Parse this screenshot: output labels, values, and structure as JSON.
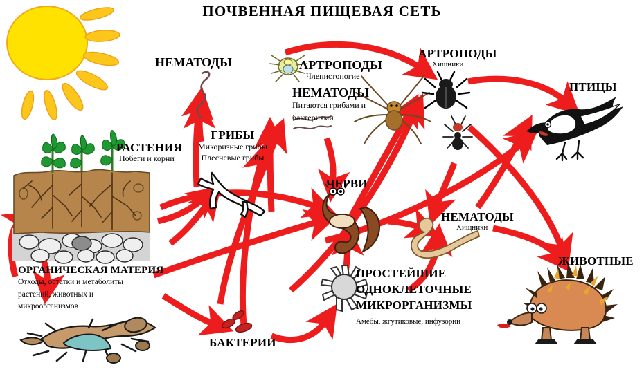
{
  "title": "ПОЧВЕННАЯ ПИЩЕВАЯ СЕТЬ",
  "colors": {
    "arrow": "#ee1d1d",
    "sun": "#ffe200",
    "sun_ray": "#fbbf17",
    "soil": "#b5854b",
    "leaf": "#1f9a33",
    "text": "#000000",
    "stone": "#c9c9c9",
    "bacteria": "#c42121",
    "worm": "#8a4b24",
    "hedgehog": "#d98a52"
  },
  "nodes": {
    "nematodes_top": {
      "head": "НЕМАТОДЫ",
      "sub": ""
    },
    "arthropods": {
      "head": "АРТРОПОДЫ",
      "sub": "Членистоногие"
    },
    "nematodes_fungivore": {
      "head": "НЕМАТОДЫ",
      "sub_line1": "Питаются грибами и",
      "sub_line2": "бактериями"
    },
    "arthropods_predators": {
      "head": "АРТРОПОДЫ",
      "sub": "Хищники"
    },
    "birds": {
      "head": "ПТИЦЫ",
      "sub": ""
    },
    "plants": {
      "head": "РАСТЕНИЯ",
      "sub": "Побеги и корни"
    },
    "fungi": {
      "head": "ГРИБЫ",
      "sub_line1": "Микоризные грибы",
      "sub_line2": "Плесневые грибы"
    },
    "worms": {
      "head": "ЧЕРВИ",
      "sub": ""
    },
    "nematodes_predators": {
      "head": "НЕМАТОДЫ",
      "sub": "Хищники"
    },
    "organic_matter": {
      "head": "ОРГАНИЧЕСКАЯ МАТЕРИЯ",
      "sub_line1": "Отходы, остатки и метаболиты",
      "sub_line2": "растений, животных и",
      "sub_line3": "микроорганизмов"
    },
    "protozoa": {
      "head_line1": "ПРОСТЕЙШИЕ",
      "head_line2": "ОДНОКЛЕТОЧНЫЕ",
      "head_line3": "МИКРОРГАНИЗМЫ",
      "sub": "Амёбы, жгутиковые, инфузории"
    },
    "animals": {
      "head": "ЖИВОТНЫЕ",
      "sub": ""
    },
    "bacteria": {
      "head": "БАКТЕРИИ",
      "sub": ""
    }
  },
  "illustrations": [
    {
      "name": "sun-illustration",
      "desc": "yellow sun with rays"
    },
    {
      "name": "soil-block-illustration",
      "desc": "soil block with three plants and roots"
    },
    {
      "name": "nematode-worm-illustration",
      "desc": "thin pale nematode worm"
    },
    {
      "name": "mite-illustration",
      "desc": "yellow-green soil mite"
    },
    {
      "name": "nematode-pair-illustration",
      "desc": "two small nematodes"
    },
    {
      "name": "spider-illustration",
      "desc": "brown spider"
    },
    {
      "name": "beetle-illustration",
      "desc": "black beetle"
    },
    {
      "name": "ant-illustration",
      "desc": "red-black ant"
    },
    {
      "name": "bird-illustration",
      "desc": "black and white magpie"
    },
    {
      "name": "fungi-hyphae-illustration",
      "desc": "branching fungal hyphae outline"
    },
    {
      "name": "earthworm-illustration",
      "desc": "brown earthworm with eyes"
    },
    {
      "name": "predator-nematode-illustration",
      "desc": "coiled tan predatory nematode"
    },
    {
      "name": "protozoa-illustration",
      "desc": "grey amoeba with radiating pseudopods"
    },
    {
      "name": "bacteria-rods-illustration",
      "desc": "red rod shaped bacteria"
    },
    {
      "name": "detritus-beetle-illustration",
      "desc": "decaying beetle and plant litter"
    },
    {
      "name": "hedgehog-illustration",
      "desc": "brown hedgehog with quills"
    }
  ]
}
